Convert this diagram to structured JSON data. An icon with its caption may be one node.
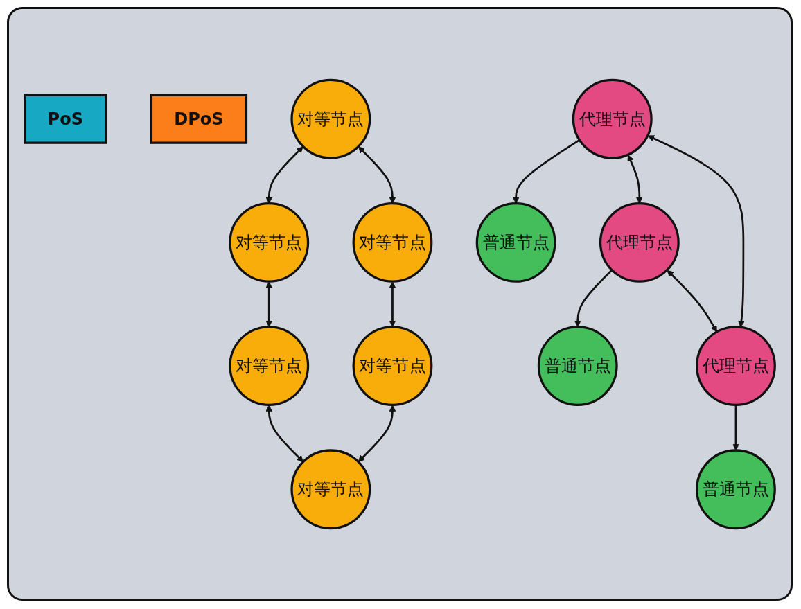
{
  "diagram": {
    "nodes": [
      {
        "text": [
          "PoS"
        ]
      },
      {
        "text": [
          "DPoS"
        ]
      },
      {
        "text": [
          "对等节点"
        ]
      },
      {
        "text": [
          "对等节点"
        ]
      },
      {
        "text": [
          "对等节点"
        ]
      },
      {
        "text": [
          "对等节点"
        ]
      },
      {
        "text": [
          "对等节点"
        ]
      },
      {
        "text": [
          "对等节点"
        ]
      },
      {
        "text": [
          "普通节点"
        ]
      },
      {
        "text": [
          "代理节点"
        ]
      },
      {
        "text": [
          "代理节点"
        ]
      },
      {
        "text": [
          "普通节点"
        ]
      },
      {
        "text": [
          "代理节点"
        ]
      },
      {
        "text": [
          "普通节点"
        ]
      }
    ],
    "edges": [
      {
        "from": 2,
        "to": 3,
        "arrow": "both"
      },
      {
        "from": 2,
        "to": 4,
        "arrow": "both"
      },
      {
        "from": 3,
        "to": 5,
        "arrow": "both"
      },
      {
        "from": 4,
        "to": 6,
        "arrow": "both"
      },
      {
        "from": 5,
        "to": 7,
        "arrow": "both"
      },
      {
        "from": 6,
        "to": 7,
        "arrow": "both"
      },
      {
        "from": 9,
        "to": 8,
        "arrow": "to"
      },
      {
        "from": 9,
        "to": 10,
        "arrow": "both"
      },
      {
        "from": 10,
        "to": 11,
        "arrow": "to"
      },
      {
        "from": 9,
        "to": 12,
        "arrow": "both"
      },
      {
        "from": 10,
        "to": 12,
        "arrow": "both"
      },
      {
        "from": 12,
        "to": 13,
        "arrow": "to"
      }
    ]
  }
}
